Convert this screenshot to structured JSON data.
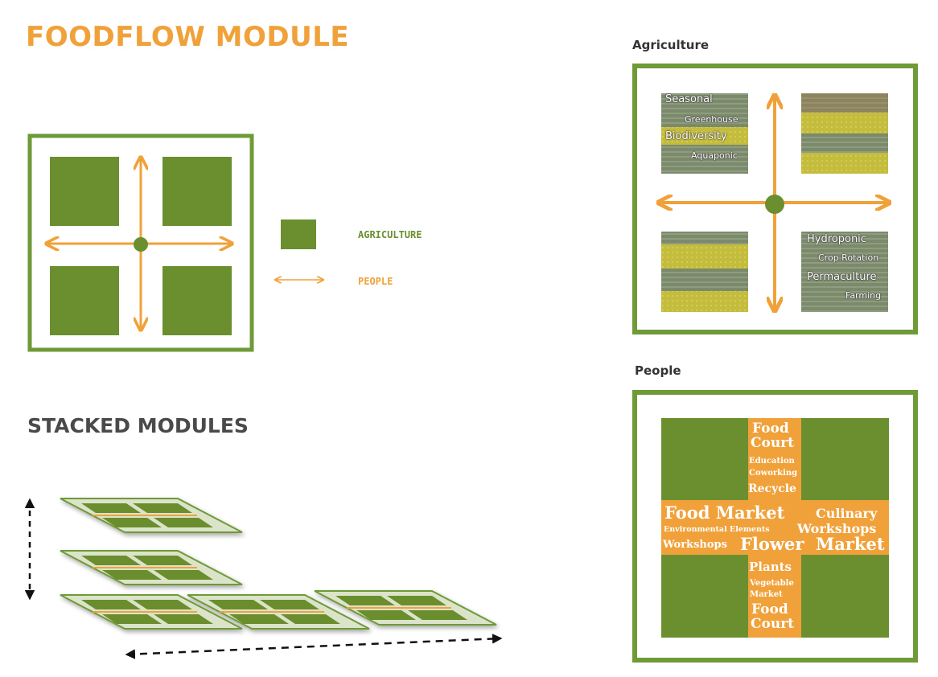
{
  "main_title": "FOODFLOW MODULE",
  "stacked_title": "STACKED MODULES",
  "legend": {
    "agriculture": "AGRICULTURE",
    "people": "PEOPLE"
  },
  "panels": {
    "agriculture_label": "Agriculture",
    "people_label": "People"
  },
  "agriculture_tags": {
    "top_left": [
      "Seasonal",
      "Greenhouse",
      "Biodiversity",
      "Aquaponic"
    ],
    "bottom_right": [
      "Hydroponic",
      "Crop Rotation",
      "Permaculture",
      "Farming"
    ]
  },
  "people_words": {
    "top": [
      "Food",
      "Court",
      "Education",
      "Coworking",
      "Recycle"
    ],
    "middle": [
      "Food Market",
      "Culinary",
      "Environmental Elements",
      "Workshops",
      "Workshops",
      "Flower",
      "Market"
    ],
    "bottom": [
      "Plants",
      "Vegetable",
      "Market",
      "Food",
      "Court"
    ]
  },
  "colors": {
    "green": "#6b8e2f",
    "orange": "#f0a13a",
    "frame": "#6e9a37"
  }
}
